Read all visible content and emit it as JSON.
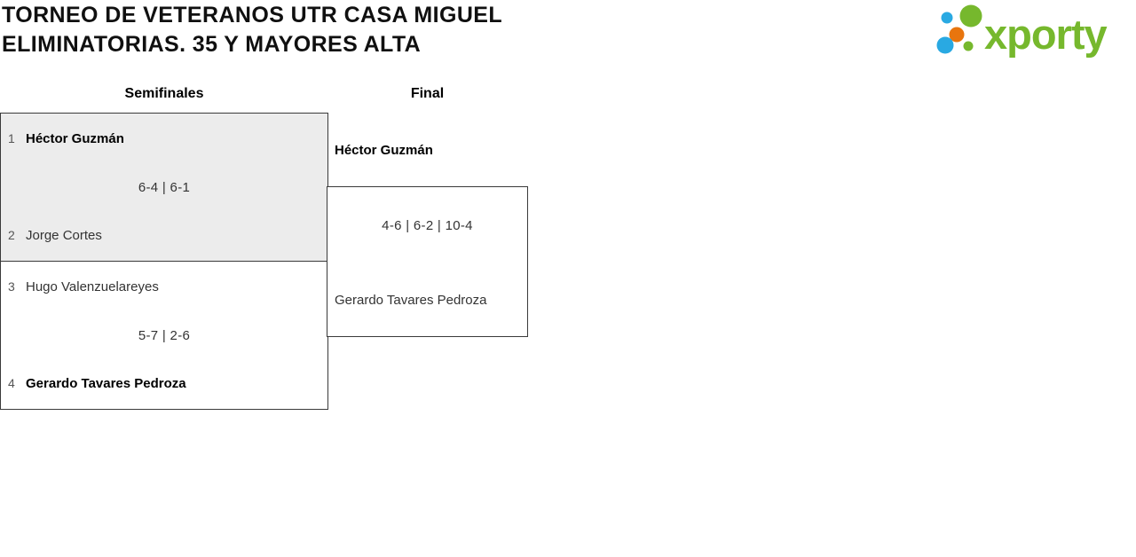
{
  "header": {
    "title_line1": "TORNEO DE VETERANOS UTR CASA MIGUEL",
    "title_line2": "ELIMINATORIAS. 35 Y MAYORES ALTA"
  },
  "logo": {
    "text": "xporty",
    "green": "#76b82d",
    "blue": "#29a9e2",
    "orange": "#e8750e"
  },
  "rounds": {
    "semifinals_label": "Semifinales",
    "final_label": "Final"
  },
  "matches": {
    "semifinal_1": {
      "seed1": "1",
      "player1": "Héctor Guzmán",
      "score": "6-4 | 6-1",
      "seed2": "2",
      "player2": "Jorge Cortes"
    },
    "semifinal_2": {
      "seed1": "3",
      "player1": "Hugo Valenzuelareyes",
      "score": "5-7 | 2-6",
      "seed2": "4",
      "player2": "Gerardo Tavares Pedroza"
    },
    "final": {
      "player1": "Héctor Guzmán",
      "score": "4-6 | 6-2 | 10-4",
      "player2": "Gerardo Tavares Pedroza"
    }
  }
}
